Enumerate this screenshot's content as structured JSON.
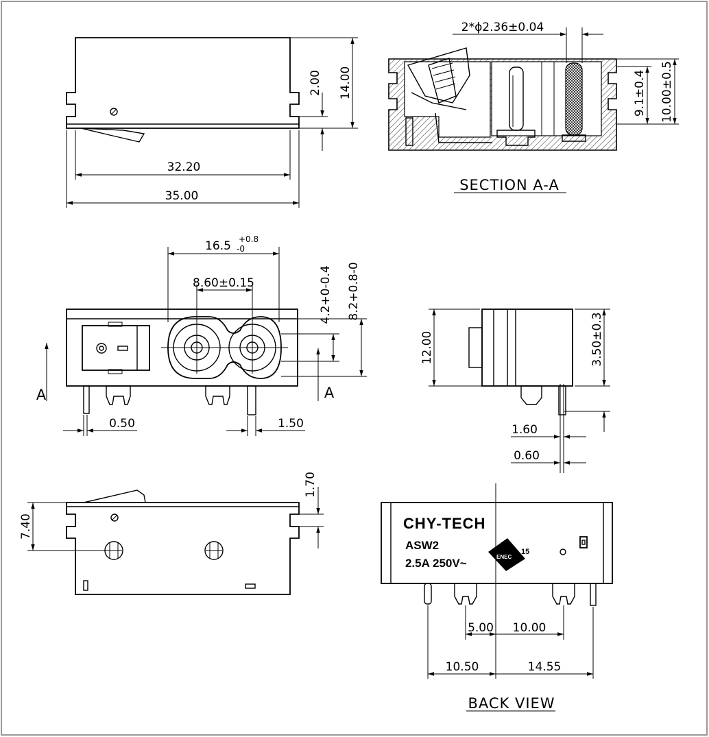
{
  "drawing": {
    "border_color": "#9a9a9a",
    "views": {
      "top": {
        "dims": {
          "d_2_00": "2.00",
          "d_14_00": "14.00",
          "d_32_20": "32.20",
          "d_35_00": "35.00"
        }
      },
      "section": {
        "title": "SECTION A-A",
        "dims": {
          "d_hole": "2*ϕ2.36±0.04",
          "d_9_1": "9.1±0.4",
          "d_10_00": "10.00±0.5"
        }
      },
      "front": {
        "section_marker": "A",
        "dims": {
          "d_16_5": "16.5",
          "d_16_5_tol": "+0.8",
          "d_16_5_tol2": "-0",
          "d_8_60": "8.60±0.15",
          "d_4_2": "4.2+0-0.4",
          "d_8_2": "8.2+0.8-0",
          "d_0_50": "0.50",
          "d_1_50": "1.50"
        }
      },
      "side": {
        "dims": {
          "d_12_00": "12.00",
          "d_3_50": "3.50±0.3",
          "d_1_60": "1.60",
          "d_0_60": "0.60"
        }
      },
      "bottom": {
        "dims": {
          "d_1_70": "1.70",
          "d_7_40": "7.40"
        }
      },
      "back": {
        "title": "BACK VIEW",
        "brand": "CHY-TECH",
        "model": "ASW2",
        "rating": "2.5A 250V~",
        "cert_mark": "ENEC",
        "cert_code": "15",
        "dims": {
          "d_5_00": "5.00",
          "d_10_00": "10.00",
          "d_10_50": "10.50",
          "d_14_55": "14.55"
        }
      }
    }
  }
}
